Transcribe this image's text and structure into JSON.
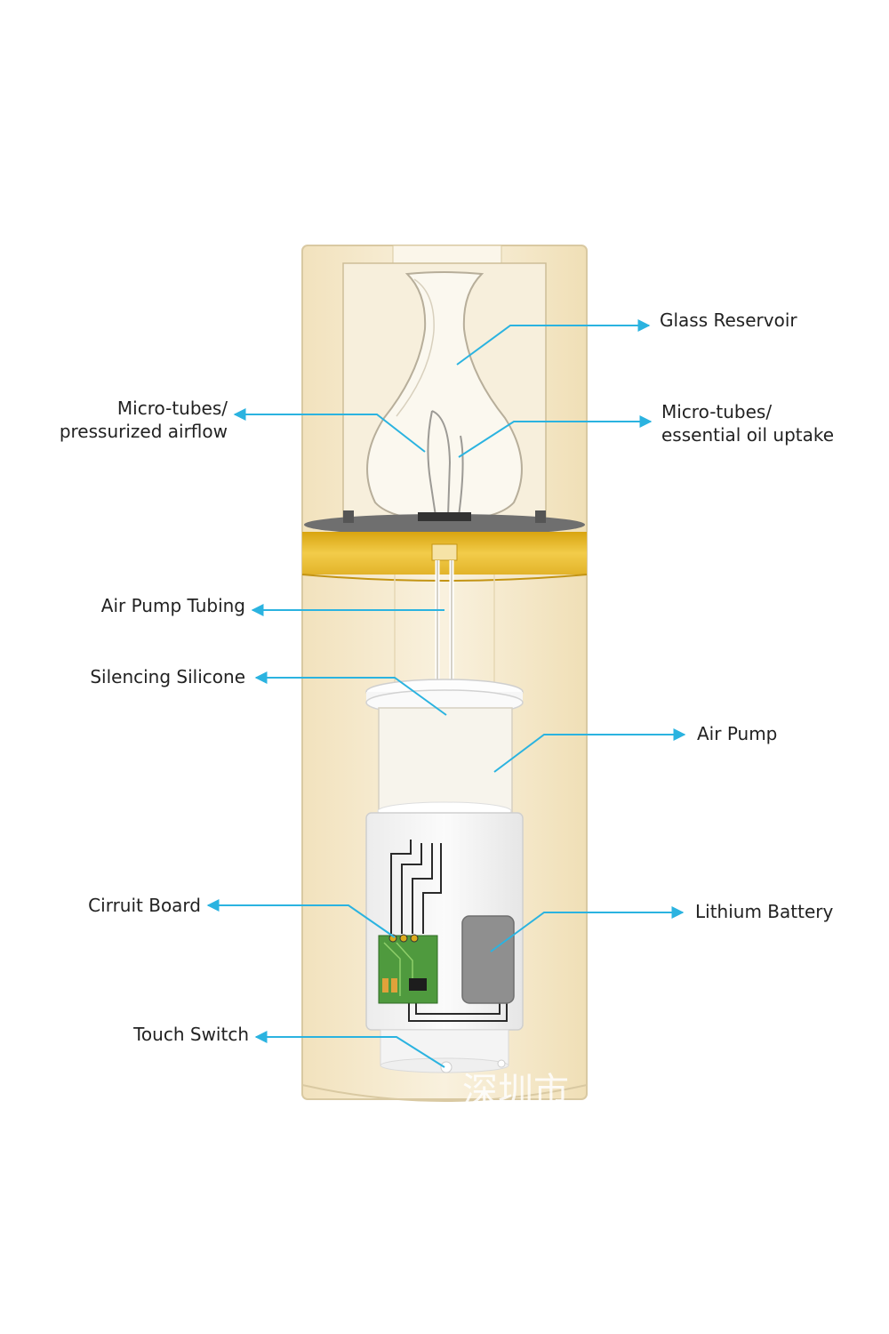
{
  "colors": {
    "callout": "#2bb3e0",
    "shell": "#f4e7c6",
    "gold_ring": "#e8b820",
    "pcb": "#4f9a3e",
    "battery": "#8f8f8f",
    "text": "#222222"
  },
  "labels": {
    "glass_reservoir": "Glass Reservoir",
    "micro_tubes_airflow": [
      "Micro-tubes/",
      "pressurized airflow"
    ],
    "micro_tubes_oil": [
      "Micro-tubes/",
      "essential oil uptake"
    ],
    "air_pump_tubing": "Air Pump Tubing",
    "silencing_silicone": "Silencing Silicone",
    "air_pump": "Air Pump",
    "circuit_board": "Cirruit Board",
    "lithium_battery": "Lithium Battery",
    "touch_switch": "Touch Switch"
  },
  "watermark": "深圳市"
}
